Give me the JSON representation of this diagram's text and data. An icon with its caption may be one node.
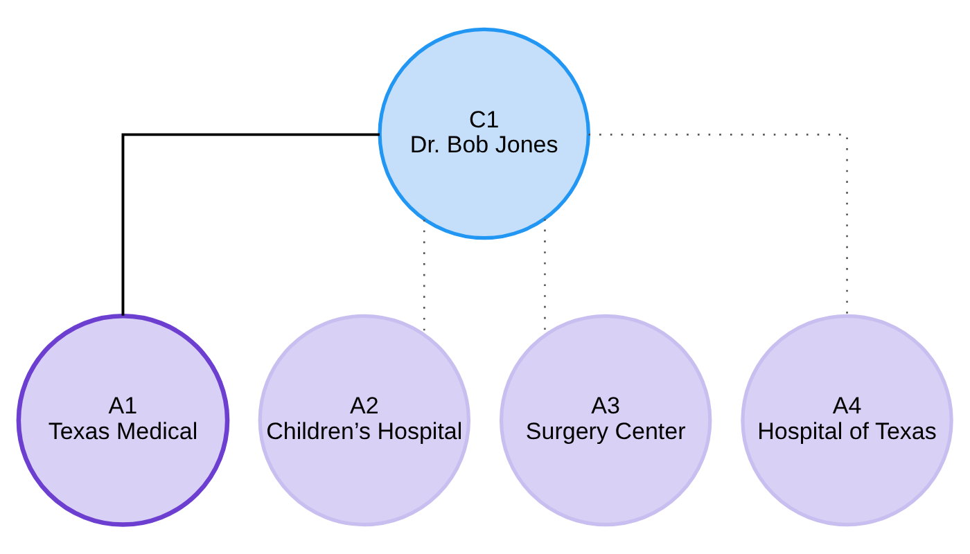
{
  "diagram": {
    "nodes": [
      {
        "text": [
          "C1",
          "Dr. Bob Jones"
        ]
      },
      {
        "text": [
          "A1",
          "Texas Medical"
        ]
      },
      {
        "text": [
          "A2",
          "Children’s Hospital"
        ]
      },
      {
        "text": [
          "A3",
          "Surgery Center"
        ]
      },
      {
        "text": [
          "A4",
          "Hospital of Texas"
        ]
      }
    ],
    "edges": [
      {
        "from": 0,
        "to": 1,
        "arrow": "none"
      },
      {
        "from": 0,
        "to": 2,
        "arrow": "none",
        "style": "dashed",
        "color": "#555555"
      },
      {
        "from": 0,
        "to": 3,
        "arrow": "none",
        "style": "dashed",
        "color": "#555555"
      },
      {
        "from": 0,
        "to": 4,
        "arrow": "none",
        "style": "dashed",
        "color": "#555555"
      }
    ]
  }
}
